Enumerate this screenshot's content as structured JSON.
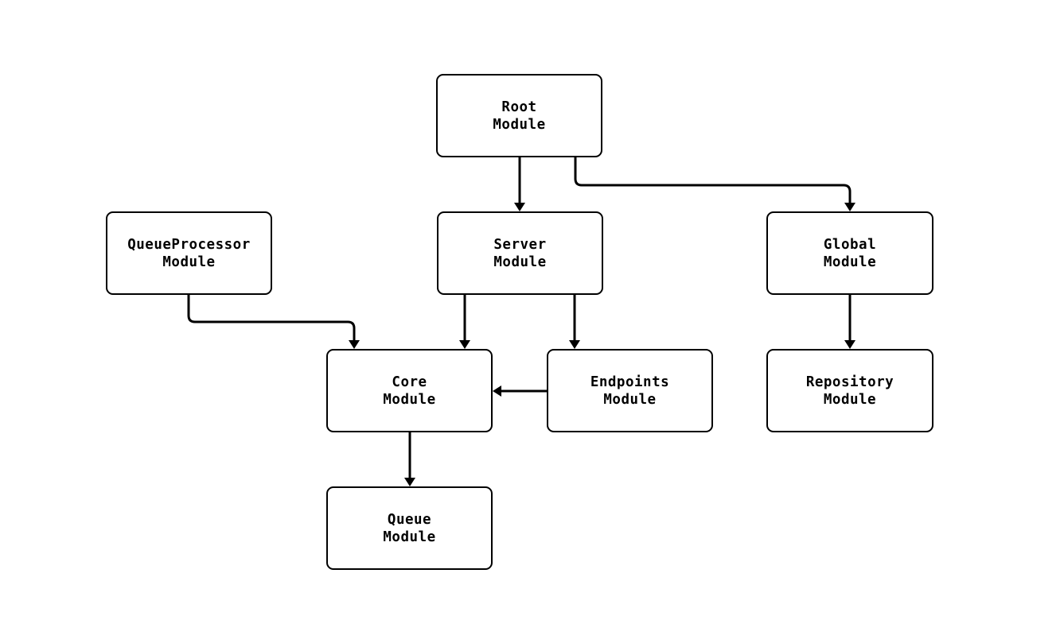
{
  "diagram": {
    "type": "flowchart",
    "background_color": "#ffffff",
    "stroke_color": "#000000",
    "node_fill_color": "#ffffff",
    "nodes": {
      "root": {
        "label": "Root\nModule"
      },
      "queue_processor": {
        "label": "QueueProcessor\nModule"
      },
      "server": {
        "label": "Server\nModule"
      },
      "global": {
        "label": "Global\nModule"
      },
      "core": {
        "label": "Core\nModule"
      },
      "endpoints": {
        "label": "Endpoints\nModule"
      },
      "repository": {
        "label": "Repository\nModule"
      },
      "queue": {
        "label": "Queue\nModule"
      }
    },
    "edges": [
      {
        "from": "root",
        "to": "server"
      },
      {
        "from": "root",
        "to": "global"
      },
      {
        "from": "queue_processor",
        "to": "core"
      },
      {
        "from": "server",
        "to": "core"
      },
      {
        "from": "server",
        "to": "endpoints"
      },
      {
        "from": "endpoints",
        "to": "core"
      },
      {
        "from": "global",
        "to": "repository"
      },
      {
        "from": "core",
        "to": "queue"
      }
    ]
  }
}
